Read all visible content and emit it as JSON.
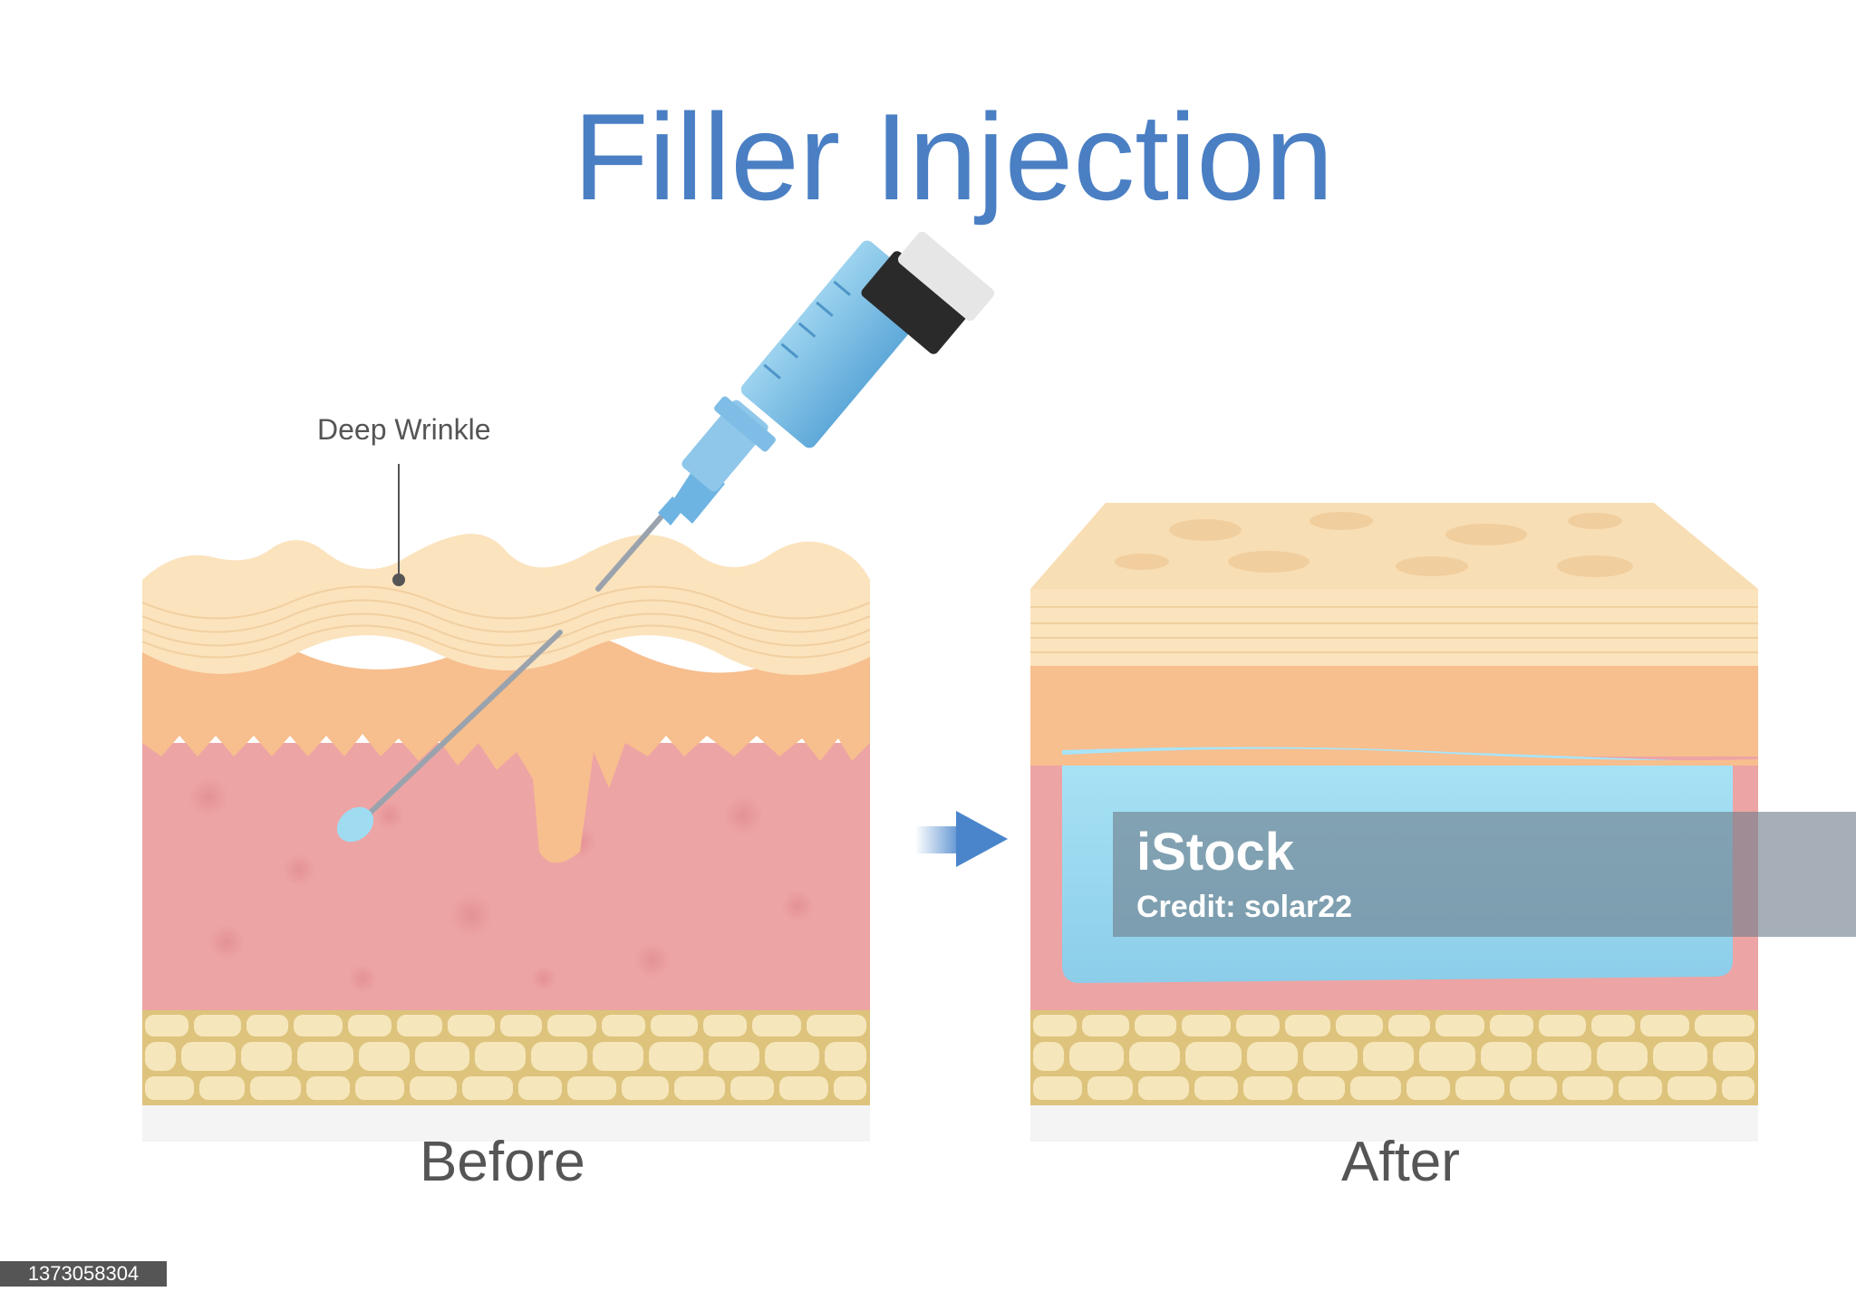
{
  "title": "Filler Injection",
  "callout_label": "Deep Wrinkle",
  "before_label": "Before",
  "after_label": "After",
  "watermark": {
    "logo": "iStock",
    "credit": "Credit: solar22"
  },
  "image_id": "1373058304",
  "colors": {
    "title": "#4a7fc4",
    "labels": "#555555",
    "epidermis": "#fbe3bd",
    "dermis_top": "#f7be8e",
    "dermis": "#eda4a4",
    "fat": "#f6e6bb",
    "fat_outline": "#ddc37c",
    "filler": "#9fdcf2",
    "arrow": "#4a85cc"
  },
  "icons": [
    "syringe-icon",
    "arrow-right-icon"
  ]
}
